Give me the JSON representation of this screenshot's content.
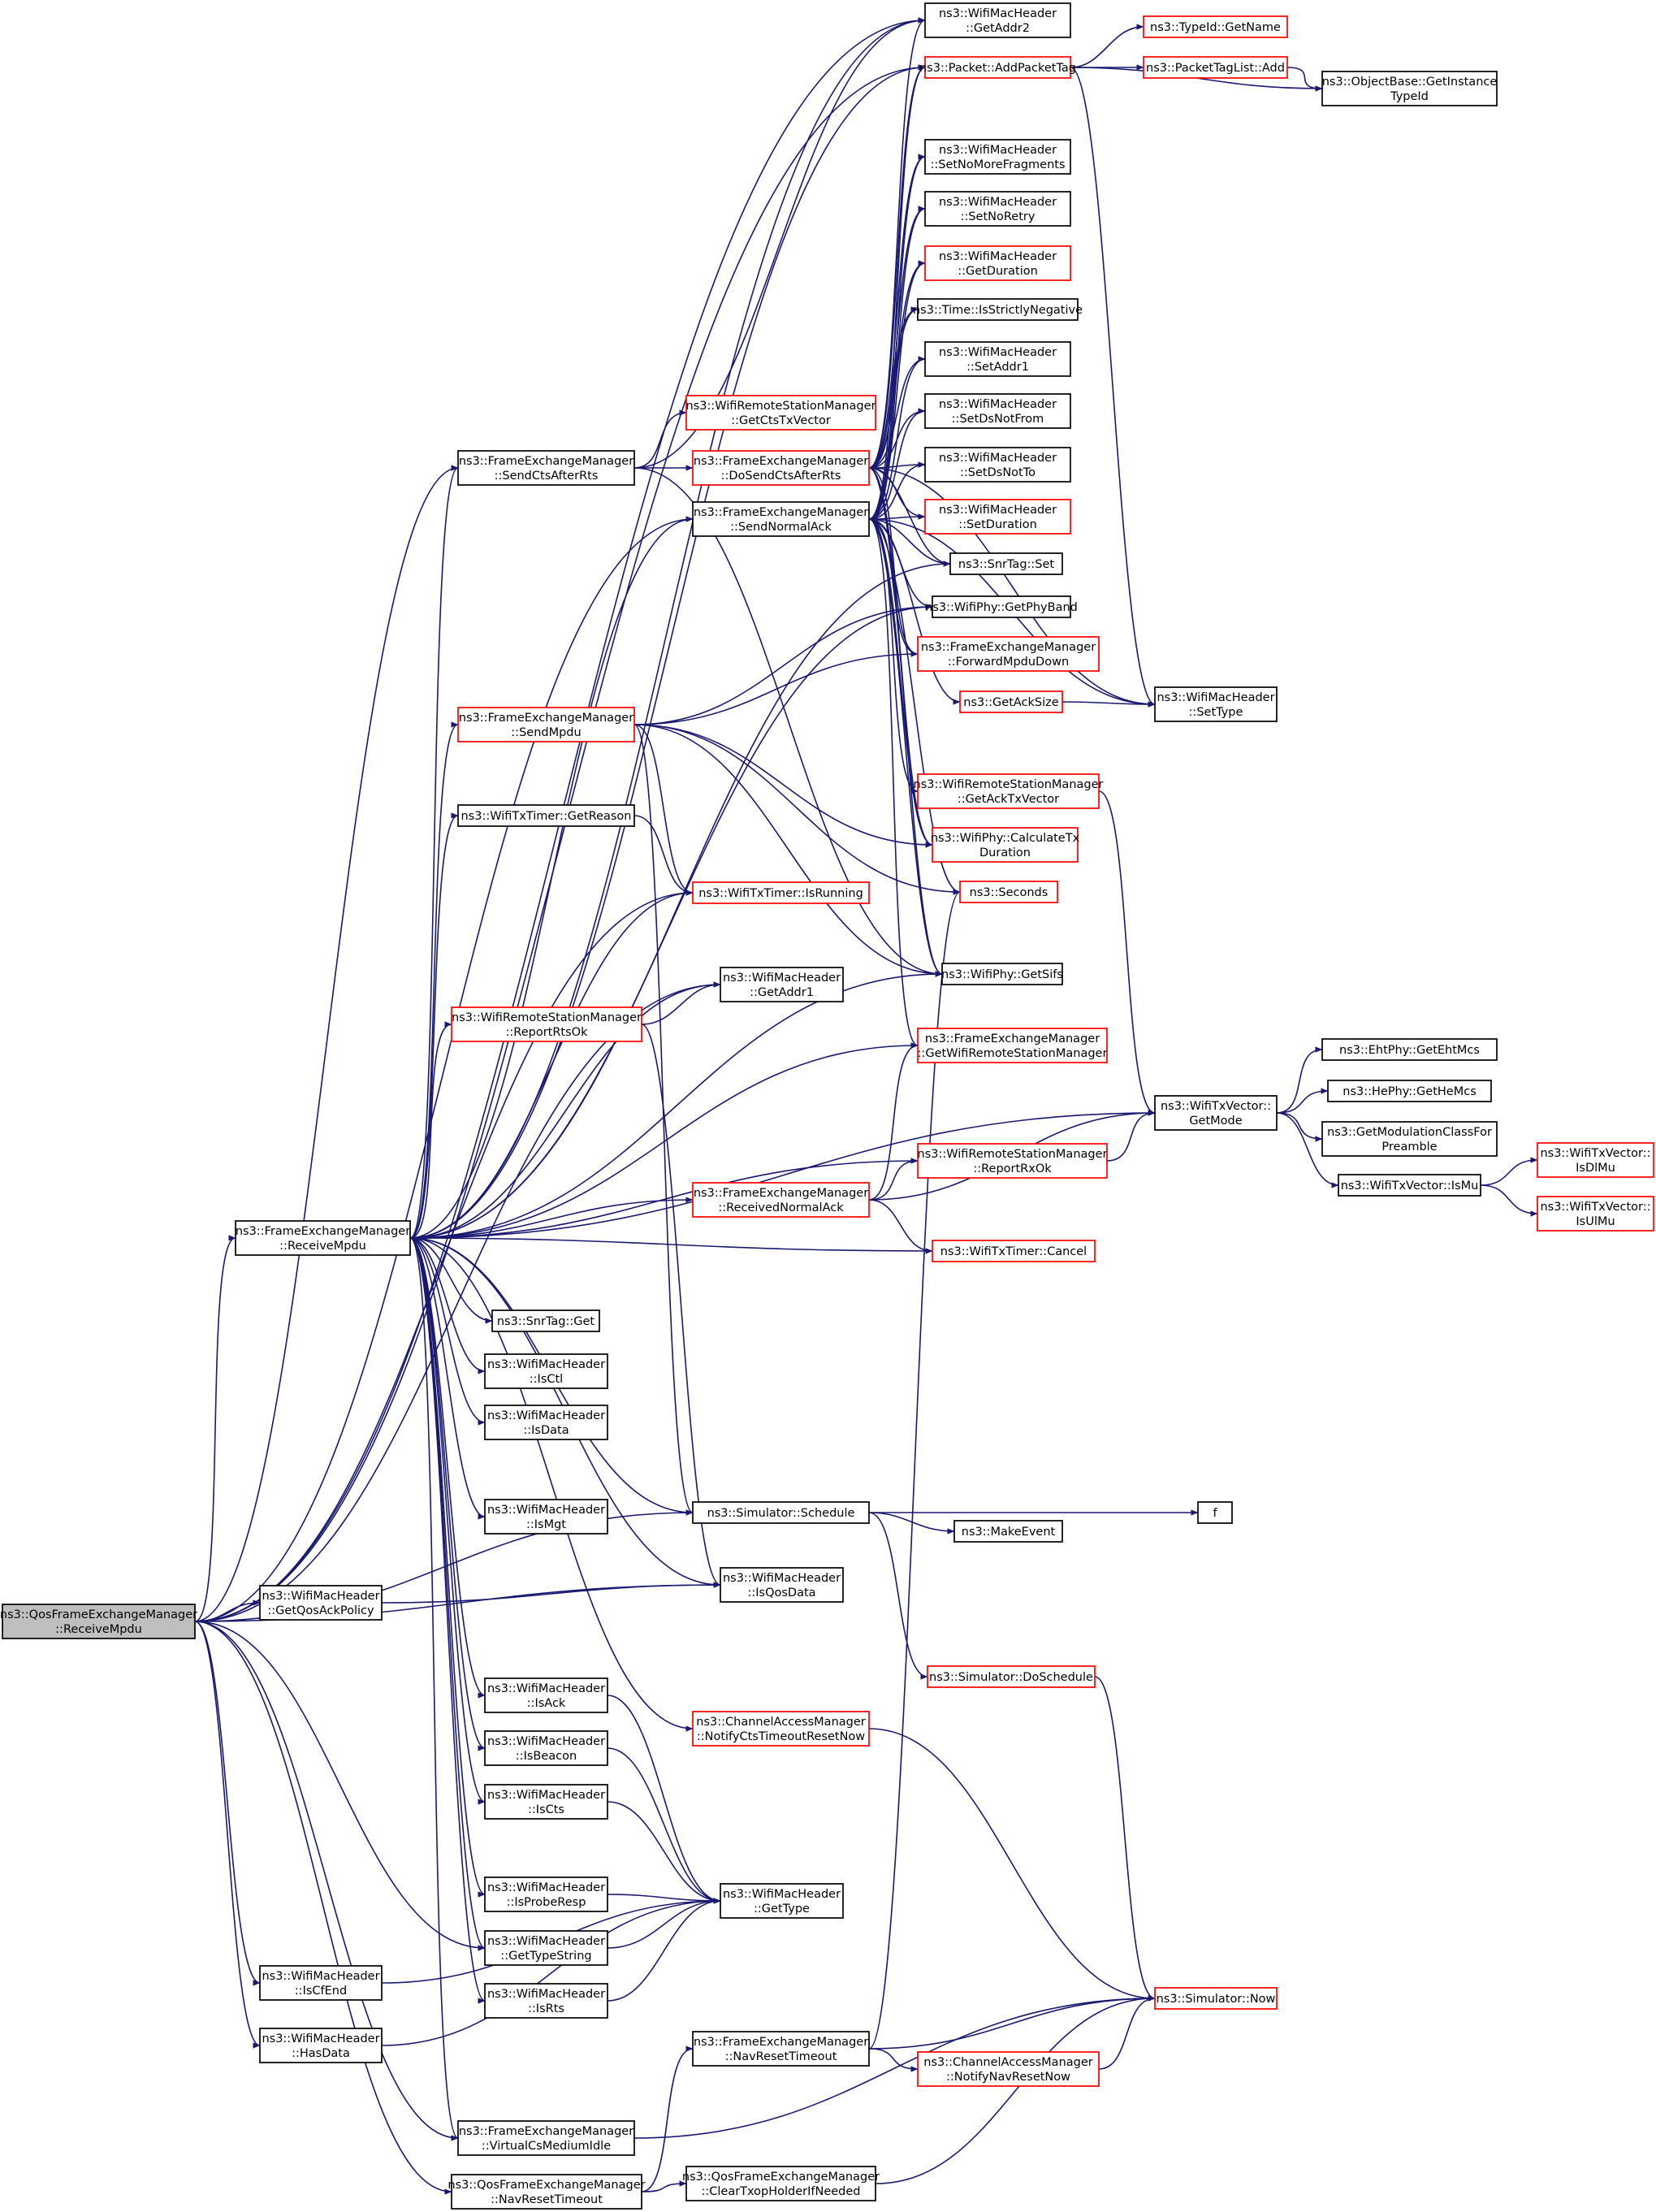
{
  "colors": {
    "edge": "#191970",
    "border_normal": "#000000",
    "border_truncated": "#ff0000",
    "fill_root": "#bfbfbf",
    "fill_normal": "#ffffff"
  },
  "nodes": [
    {
      "id": "root",
      "lines": [
        "ns3::QosFrameExchangeManager",
        "::ReceiveMpdu"
      ],
      "kind": "root"
    },
    {
      "id": "ReceiveMpdu",
      "lines": [
        "ns3::FrameExchangeManager",
        "::ReceiveMpdu"
      ],
      "kind": "normal"
    },
    {
      "id": "GetQosAckPolicy",
      "lines": [
        "ns3::WifiMacHeader",
        "::GetQosAckPolicy"
      ],
      "kind": "normal"
    },
    {
      "id": "IsCfEnd",
      "lines": [
        "ns3::WifiMacHeader",
        "::IsCfEnd"
      ],
      "kind": "normal"
    },
    {
      "id": "HasData",
      "lines": [
        "ns3::WifiMacHeader",
        "::HasData"
      ],
      "kind": "normal"
    },
    {
      "id": "SendCtsAfterRts",
      "lines": [
        "ns3::FrameExchangeManager",
        "::SendCtsAfterRts"
      ],
      "kind": "normal"
    },
    {
      "id": "SendMpdu",
      "lines": [
        "ns3::FrameExchangeManager",
        "::SendMpdu"
      ],
      "kind": "red"
    },
    {
      "id": "GetReason",
      "lines": [
        "ns3::WifiTxTimer::GetReason"
      ],
      "kind": "normal"
    },
    {
      "id": "ReportRtsOk",
      "lines": [
        "ns3::WifiRemoteStationManager",
        "::ReportRtsOk"
      ],
      "kind": "red"
    },
    {
      "id": "SnrTagGet",
      "lines": [
        "ns3::SnrTag::Get"
      ],
      "kind": "normal"
    },
    {
      "id": "IsCtl",
      "lines": [
        "ns3::WifiMacHeader",
        "::IsCtl"
      ],
      "kind": "normal"
    },
    {
      "id": "IsData",
      "lines": [
        "ns3::WifiMacHeader",
        "::IsData"
      ],
      "kind": "normal"
    },
    {
      "id": "IsMgt",
      "lines": [
        "ns3::WifiMacHeader",
        "::IsMgt"
      ],
      "kind": "normal"
    },
    {
      "id": "IsAck",
      "lines": [
        "ns3::WifiMacHeader",
        "::IsAck"
      ],
      "kind": "normal"
    },
    {
      "id": "IsBeacon",
      "lines": [
        "ns3::WifiMacHeader",
        "::IsBeacon"
      ],
      "kind": "normal"
    },
    {
      "id": "IsCts",
      "lines": [
        "ns3::WifiMacHeader",
        "::IsCts"
      ],
      "kind": "normal"
    },
    {
      "id": "IsProbeResp",
      "lines": [
        "ns3::WifiMacHeader",
        "::IsProbeResp"
      ],
      "kind": "normal"
    },
    {
      "id": "GetTypeString",
      "lines": [
        "ns3::WifiMacHeader",
        "::GetTypeString"
      ],
      "kind": "normal"
    },
    {
      "id": "IsRts",
      "lines": [
        "ns3::WifiMacHeader",
        "::IsRts"
      ],
      "kind": "normal"
    },
    {
      "id": "VirtualCsMediumIdle",
      "lines": [
        "ns3::FrameExchangeManager",
        "::VirtualCsMediumIdle"
      ],
      "kind": "normal"
    },
    {
      "id": "QosNavResetTimeout",
      "lines": [
        "ns3::QosFrameExchangeManager",
        "::NavResetTimeout"
      ],
      "kind": "normal"
    },
    {
      "id": "GetCtsTxVector",
      "lines": [
        "ns3::WifiRemoteStationManager",
        "::GetCtsTxVector"
      ],
      "kind": "red"
    },
    {
      "id": "DoSendCtsAfterRts",
      "lines": [
        "ns3::FrameExchangeManager",
        "::DoSendCtsAfterRts"
      ],
      "kind": "red"
    },
    {
      "id": "SendNormalAck",
      "lines": [
        "ns3::FrameExchangeManager",
        "::SendNormalAck"
      ],
      "kind": "normal"
    },
    {
      "id": "IsRunning",
      "lines": [
        "ns3::WifiTxTimer::IsRunning"
      ],
      "kind": "red"
    },
    {
      "id": "GetAddr1",
      "lines": [
        "ns3::WifiMacHeader",
        "::GetAddr1"
      ],
      "kind": "normal"
    },
    {
      "id": "ReceivedNormalAck",
      "lines": [
        "ns3::FrameExchangeManager",
        "::ReceivedNormalAck"
      ],
      "kind": "red"
    },
    {
      "id": "Schedule",
      "lines": [
        "ns3::Simulator::Schedule"
      ],
      "kind": "normal"
    },
    {
      "id": "IsQosData",
      "lines": [
        "ns3::WifiMacHeader",
        "::IsQosData"
      ],
      "kind": "normal"
    },
    {
      "id": "NotifyCtsTimeoutResetNow",
      "lines": [
        "ns3::ChannelAccessManager",
        "::NotifyCtsTimeoutResetNow"
      ],
      "kind": "red"
    },
    {
      "id": "GetType",
      "lines": [
        "ns3::WifiMacHeader",
        "::GetType"
      ],
      "kind": "normal"
    },
    {
      "id": "FemNavResetTimeout",
      "lines": [
        "ns3::FrameExchangeManager",
        "::NavResetTimeout"
      ],
      "kind": "normal"
    },
    {
      "id": "ClearTxopHolder",
      "lines": [
        "ns3::QosFrameExchangeManager",
        "::ClearTxopHolderIfNeeded"
      ],
      "kind": "normal"
    },
    {
      "id": "GetAddr2",
      "lines": [
        "ns3::WifiMacHeader",
        "::GetAddr2"
      ],
      "kind": "normal"
    },
    {
      "id": "AddPacketTag",
      "lines": [
        "ns3::Packet::AddPacketTag"
      ],
      "kind": "red"
    },
    {
      "id": "SetNoMoreFragments",
      "lines": [
        "ns3::WifiMacHeader",
        "::SetNoMoreFragments"
      ],
      "kind": "normal"
    },
    {
      "id": "SetNoRetry",
      "lines": [
        "ns3::WifiMacHeader",
        "::SetNoRetry"
      ],
      "kind": "normal"
    },
    {
      "id": "GetDuration",
      "lines": [
        "ns3::WifiMacHeader",
        "::GetDuration"
      ],
      "kind": "red"
    },
    {
      "id": "IsStrictlyNegative",
      "lines": [
        "ns3::Time::IsStrictlyNegative"
      ],
      "kind": "normal"
    },
    {
      "id": "SetAddr1",
      "lines": [
        "ns3::WifiMacHeader",
        "::SetAddr1"
      ],
      "kind": "normal"
    },
    {
      "id": "SetDsNotFrom",
      "lines": [
        "ns3::WifiMacHeader",
        "::SetDsNotFrom"
      ],
      "kind": "normal"
    },
    {
      "id": "SetDsNotTo",
      "lines": [
        "ns3::WifiMacHeader",
        "::SetDsNotTo"
      ],
      "kind": "normal"
    },
    {
      "id": "SetDuration",
      "lines": [
        "ns3::WifiMacHeader",
        "::SetDuration"
      ],
      "kind": "red"
    },
    {
      "id": "SnrTagSet",
      "lines": [
        "ns3::SnrTag::Set"
      ],
      "kind": "normal"
    },
    {
      "id": "GetPhyBand",
      "lines": [
        "ns3::WifiPhy::GetPhyBand"
      ],
      "kind": "normal"
    },
    {
      "id": "ForwardMpduDown",
      "lines": [
        "ns3::FrameExchangeManager",
        "::ForwardMpduDown"
      ],
      "kind": "red"
    },
    {
      "id": "GetAckSize",
      "lines": [
        "ns3::GetAckSize"
      ],
      "kind": "red"
    },
    {
      "id": "GetAckTxVector",
      "lines": [
        "ns3::WifiRemoteStationManager",
        "::GetAckTxVector"
      ],
      "kind": "red"
    },
    {
      "id": "CalculateTxDuration",
      "lines": [
        "ns3::WifiPhy::CalculateTx",
        "Duration"
      ],
      "kind": "red"
    },
    {
      "id": "Seconds",
      "lines": [
        "ns3::Seconds"
      ],
      "kind": "red"
    },
    {
      "id": "GetSifs",
      "lines": [
        "ns3::WifiPhy::GetSifs"
      ],
      "kind": "normal"
    },
    {
      "id": "GetWifiRemoteStationManager",
      "lines": [
        "ns3::FrameExchangeManager",
        "::GetWifiRemoteStationManager"
      ],
      "kind": "red"
    },
    {
      "id": "ReportRxOk",
      "lines": [
        "ns3::WifiRemoteStationManager",
        "::ReportRxOk"
      ],
      "kind": "red"
    },
    {
      "id": "Cancel",
      "lines": [
        "ns3::WifiTxTimer::Cancel"
      ],
      "kind": "red"
    },
    {
      "id": "MakeEvent",
      "lines": [
        "ns3::MakeEvent"
      ],
      "kind": "normal"
    },
    {
      "id": "DoSchedule",
      "lines": [
        "ns3::Simulator::DoSchedule"
      ],
      "kind": "red"
    },
    {
      "id": "NotifyNavResetNow",
      "lines": [
        "ns3::ChannelAccessManager",
        "::NotifyNavResetNow"
      ],
      "kind": "red"
    },
    {
      "id": "GetName",
      "lines": [
        "ns3::TypeId::GetName"
      ],
      "kind": "red"
    },
    {
      "id": "PacketTagListAdd",
      "lines": [
        "ns3::PacketTagList::Add"
      ],
      "kind": "red"
    },
    {
      "id": "SetType",
      "lines": [
        "ns3::WifiMacHeader",
        "::SetType"
      ],
      "kind": "normal"
    },
    {
      "id": "GetMode",
      "lines": [
        "ns3::WifiTxVector::",
        "GetMode"
      ],
      "kind": "normal"
    },
    {
      "id": "f",
      "lines": [
        "f"
      ],
      "kind": "normal"
    },
    {
      "id": "Now",
      "lines": [
        "ns3::Simulator::Now"
      ],
      "kind": "red"
    },
    {
      "id": "GetInstanceTypeId",
      "lines": [
        "ns3::ObjectBase::GetInstance",
        "TypeId"
      ],
      "kind": "normal"
    },
    {
      "id": "GetEhtMcs",
      "lines": [
        "ns3::EhtPhy::GetEhtMcs"
      ],
      "kind": "normal"
    },
    {
      "id": "GetHeMcs",
      "lines": [
        "ns3::HePhy::GetHeMcs"
      ],
      "kind": "normal"
    },
    {
      "id": "GetModulationClass",
      "lines": [
        "ns3::GetModulationClassFor",
        "Preamble"
      ],
      "kind": "normal"
    },
    {
      "id": "IsMu",
      "lines": [
        "ns3::WifiTxVector::IsMu"
      ],
      "kind": "normal"
    },
    {
      "id": "IsDlMu",
      "lines": [
        "ns3::WifiTxVector::",
        "IsDlMu"
      ],
      "kind": "red"
    },
    {
      "id": "IsUlMu",
      "lines": [
        "ns3::WifiTxVector::",
        "IsUlMu"
      ],
      "kind": "red"
    }
  ],
  "edges": [
    [
      "root",
      "ReceiveMpdu"
    ],
    [
      "root",
      "GetQosAckPolicy"
    ],
    [
      "root",
      "IsCfEnd"
    ],
    [
      "root",
      "HasData"
    ],
    [
      "root",
      "VirtualCsMediumIdle"
    ],
    [
      "root",
      "QosNavResetTimeout"
    ],
    [
      "root",
      "GetAddr2"
    ],
    [
      "root",
      "AddPacketTag"
    ],
    [
      "root",
      "SendCtsAfterRts"
    ],
    [
      "root",
      "SendNormalAck"
    ],
    [
      "root",
      "IsRunning"
    ],
    [
      "root",
      "GetAddr1"
    ],
    [
      "root",
      "IsQosData"
    ],
    [
      "root",
      "Schedule"
    ],
    [
      "root",
      "GetTypeString"
    ],
    [
      "ReceiveMpdu",
      "SendCtsAfterRts"
    ],
    [
      "ReceiveMpdu",
      "SendMpdu"
    ],
    [
      "ReceiveMpdu",
      "GetReason"
    ],
    [
      "ReceiveMpdu",
      "ReportRtsOk"
    ],
    [
      "ReceiveMpdu",
      "SnrTagGet"
    ],
    [
      "ReceiveMpdu",
      "IsCtl"
    ],
    [
      "ReceiveMpdu",
      "IsData"
    ],
    [
      "ReceiveMpdu",
      "IsMgt"
    ],
    [
      "ReceiveMpdu",
      "IsAck"
    ],
    [
      "ReceiveMpdu",
      "IsBeacon"
    ],
    [
      "ReceiveMpdu",
      "IsCts"
    ],
    [
      "ReceiveMpdu",
      "IsProbeResp"
    ],
    [
      "ReceiveMpdu",
      "GetTypeString"
    ],
    [
      "ReceiveMpdu",
      "IsRts"
    ],
    [
      "ReceiveMpdu",
      "VirtualCsMediumIdle"
    ],
    [
      "ReceiveMpdu",
      "SendNormalAck"
    ],
    [
      "ReceiveMpdu",
      "IsRunning"
    ],
    [
      "ReceiveMpdu",
      "GetAddr1"
    ],
    [
      "ReceiveMpdu",
      "ReceivedNormalAck"
    ],
    [
      "ReceiveMpdu",
      "Schedule"
    ],
    [
      "ReceiveMpdu",
      "IsQosData"
    ],
    [
      "ReceiveMpdu",
      "NotifyCtsTimeoutResetNow"
    ],
    [
      "ReceiveMpdu",
      "GetAddr2"
    ],
    [
      "ReceiveMpdu",
      "AddPacketTag"
    ],
    [
      "ReceiveMpdu",
      "SnrTagSet"
    ],
    [
      "ReceiveMpdu",
      "GetPhyBand"
    ],
    [
      "ReceiveMpdu",
      "GetSifs"
    ],
    [
      "ReceiveMpdu",
      "GetWifiRemoteStationManager"
    ],
    [
      "ReceiveMpdu",
      "GetMode"
    ],
    [
      "ReceiveMpdu",
      "ReportRxOk"
    ],
    [
      "ReceiveMpdu",
      "Cancel"
    ],
    [
      "GetQosAckPolicy",
      "IsQosData"
    ],
    [
      "IsCfEnd",
      "GetType"
    ],
    [
      "HasData",
      "GetType"
    ],
    [
      "VirtualCsMediumIdle",
      "Now"
    ],
    [
      "QosNavResetTimeout",
      "FemNavResetTimeout"
    ],
    [
      "QosNavResetTimeout",
      "ClearTxopHolder"
    ],
    [
      "SendCtsAfterRts",
      "GetCtsTxVector"
    ],
    [
      "SendCtsAfterRts",
      "DoSendCtsAfterRts"
    ],
    [
      "SendCtsAfterRts",
      "GetAddr2"
    ],
    [
      "SendCtsAfterRts",
      "GetSifs"
    ],
    [
      "SendMpdu",
      "ForwardMpduDown"
    ],
    [
      "SendMpdu",
      "GetPhyBand"
    ],
    [
      "SendMpdu",
      "IsRunning"
    ],
    [
      "SendMpdu",
      "Schedule"
    ],
    [
      "SendMpdu",
      "CalculateTxDuration"
    ],
    [
      "SendMpdu",
      "GetSifs"
    ],
    [
      "SendMpdu",
      "Seconds"
    ],
    [
      "GetReason",
      "IsRunning"
    ],
    [
      "ReportRtsOk",
      "GetAddr1"
    ],
    [
      "ReportRtsOk",
      "IsQosData"
    ],
    [
      "IsAck",
      "GetType"
    ],
    [
      "IsBeacon",
      "GetType"
    ],
    [
      "IsCts",
      "GetType"
    ],
    [
      "IsProbeResp",
      "GetType"
    ],
    [
      "GetTypeString",
      "GetType"
    ],
    [
      "IsRts",
      "GetType"
    ],
    [
      "DoSendCtsAfterRts",
      "GetAddr2"
    ],
    [
      "DoSendCtsAfterRts",
      "AddPacketTag"
    ],
    [
      "DoSendCtsAfterRts",
      "SetNoMoreFragments"
    ],
    [
      "DoSendCtsAfterRts",
      "SetNoRetry"
    ],
    [
      "DoSendCtsAfterRts",
      "GetDuration"
    ],
    [
      "DoSendCtsAfterRts",
      "IsStrictlyNegative"
    ],
    [
      "DoSendCtsAfterRts",
      "SetAddr1"
    ],
    [
      "DoSendCtsAfterRts",
      "SetDsNotFrom"
    ],
    [
      "DoSendCtsAfterRts",
      "SetDsNotTo"
    ],
    [
      "DoSendCtsAfterRts",
      "SetDuration"
    ],
    [
      "DoSendCtsAfterRts",
      "SnrTagSet"
    ],
    [
      "DoSendCtsAfterRts",
      "SetType"
    ],
    [
      "DoSendCtsAfterRts",
      "ForwardMpduDown"
    ],
    [
      "DoSendCtsAfterRts",
      "CalculateTxDuration"
    ],
    [
      "DoSendCtsAfterRts",
      "GetSifs"
    ],
    [
      "SendNormalAck",
      "SetNoMoreFragments"
    ],
    [
      "SendNormalAck",
      "SetNoRetry"
    ],
    [
      "SendNormalAck",
      "GetDuration"
    ],
    [
      "SendNormalAck",
      "IsStrictlyNegative"
    ],
    [
      "SendNormalAck",
      "SetAddr1"
    ],
    [
      "SendNormalAck",
      "SetDsNotFrom"
    ],
    [
      "SendNormalAck",
      "SetDsNotTo"
    ],
    [
      "SendNormalAck",
      "SetDuration"
    ],
    [
      "SendNormalAck",
      "SnrTagSet"
    ],
    [
      "SendNormalAck",
      "GetPhyBand"
    ],
    [
      "SendNormalAck",
      "ForwardMpduDown"
    ],
    [
      "SendNormalAck",
      "GetAckSize"
    ],
    [
      "SendNormalAck",
      "GetAckTxVector"
    ],
    [
      "SendNormalAck",
      "CalculateTxDuration"
    ],
    [
      "SendNormalAck",
      "Seconds"
    ],
    [
      "SendNormalAck",
      "GetSifs"
    ],
    [
      "SendNormalAck",
      "SetType"
    ],
    [
      "SendNormalAck",
      "GetWifiRemoteStationManager"
    ],
    [
      "SendNormalAck",
      "AddPacketTag"
    ],
    [
      "ReceivedNormalAck",
      "GetWifiRemoteStationManager"
    ],
    [
      "ReceivedNormalAck",
      "ReportRxOk"
    ],
    [
      "ReceivedNormalAck",
      "Cancel"
    ],
    [
      "ReceivedNormalAck",
      "GetMode"
    ],
    [
      "Schedule",
      "MakeEvent"
    ],
    [
      "Schedule",
      "f"
    ],
    [
      "Schedule",
      "DoSchedule"
    ],
    [
      "NotifyCtsTimeoutResetNow",
      "Now"
    ],
    [
      "FemNavResetTimeout",
      "Now"
    ],
    [
      "FemNavResetTimeout",
      "NotifyNavResetNow"
    ],
    [
      "FemNavResetTimeout",
      "Seconds"
    ],
    [
      "ClearTxopHolder",
      "Now"
    ],
    [
      "AddPacketTag",
      "GetName"
    ],
    [
      "AddPacketTag",
      "PacketTagListAdd"
    ],
    [
      "AddPacketTag",
      "GetInstanceTypeId"
    ],
    [
      "AddPacketTag",
      "SetType"
    ],
    [
      "PacketTagListAdd",
      "GetInstanceTypeId"
    ],
    [
      "GetAckSize",
      "SetType"
    ],
    [
      "GetAckTxVector",
      "GetMode"
    ],
    [
      "DoSchedule",
      "Now"
    ],
    [
      "NotifyNavResetNow",
      "Now"
    ],
    [
      "ReportRxOk",
      "GetMode"
    ],
    [
      "GetMode",
      "GetEhtMcs"
    ],
    [
      "GetMode",
      "GetHeMcs"
    ],
    [
      "GetMode",
      "GetModulationClass"
    ],
    [
      "GetMode",
      "IsMu"
    ],
    [
      "IsMu",
      "IsDlMu"
    ],
    [
      "IsMu",
      "IsUlMu"
    ]
  ]
}
